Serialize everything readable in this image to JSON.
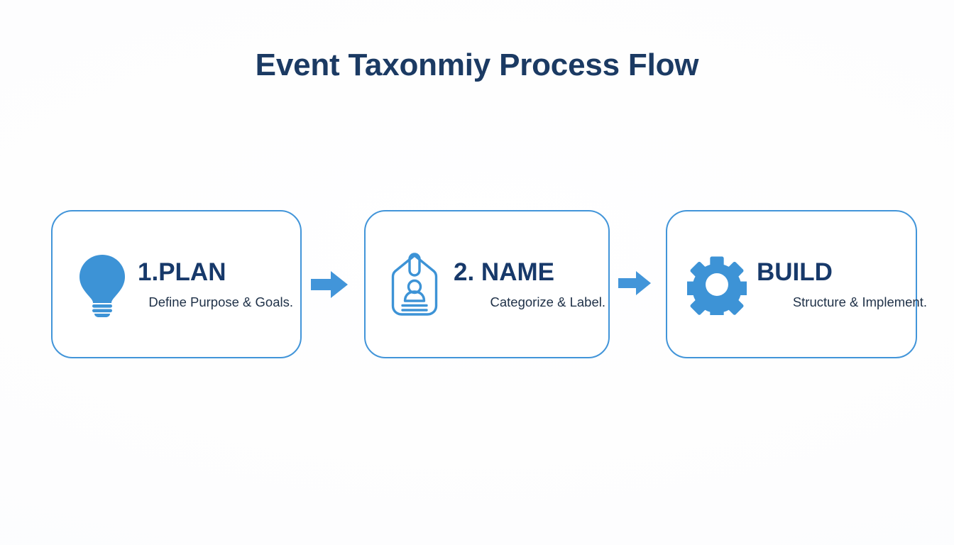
{
  "title": "Event Taxonmiy Process Flow",
  "theme": {
    "background": "#fdfdfd",
    "accent_blue": "#4295d9",
    "icon_blue": "#3d93d6",
    "heading_navy": "#17396a",
    "title_navy": "#1b3a63",
    "subtitle_navy": "#1e3047",
    "card_fill": "#ffffff"
  },
  "steps": [
    {
      "icon": "lightbulb-icon",
      "heading": "1.PLAN",
      "subtitle": "Define Purpose & Goals."
    },
    {
      "icon": "id-badge-tag-icon",
      "heading": "2. NAME",
      "subtitle": "Categorize & Label."
    },
    {
      "icon": "gear-icon",
      "heading": "BUILD",
      "subtitle": "Structure & Implement."
    }
  ],
  "connectors": [
    {
      "icon": "arrow-right-icon"
    },
    {
      "icon": "arrow-right-icon"
    }
  ]
}
